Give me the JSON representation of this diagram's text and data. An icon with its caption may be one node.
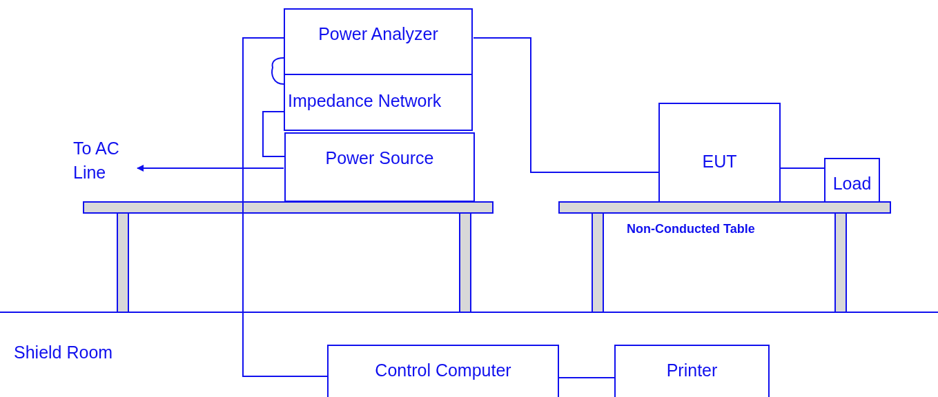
{
  "diagram": {
    "nodes": [
      {
        "text": [
          "Power Analyzer"
        ]
      },
      {
        "text": [
          "Impedance Network"
        ]
      },
      {
        "text": [
          "Power Source"
        ]
      },
      {
        "text": [
          "To AC Line"
        ]
      },
      {
        "text": [
          "EUT"
        ]
      },
      {
        "text": [
          "Load"
        ]
      },
      {
        "text": [
          "Control Computer"
        ]
      },
      {
        "text": [
          "Printer"
        ]
      }
    ],
    "edges": [
      {
        "from": 0,
        "to": 4,
        "arrow": "none"
      },
      {
        "from": 0,
        "to": 1,
        "arrow": "none"
      },
      {
        "from": 1,
        "to": 2,
        "arrow": "none"
      },
      {
        "from": 2,
        "to": 3,
        "arrow": "to"
      },
      {
        "from": 4,
        "to": 5,
        "arrow": "none"
      },
      {
        "from": 0,
        "to": 6,
        "arrow": "none"
      },
      {
        "from": 6,
        "to": 7,
        "arrow": "none"
      }
    ],
    "labels": [
      "Non-Conducted Table",
      "Shield Room"
    ]
  }
}
